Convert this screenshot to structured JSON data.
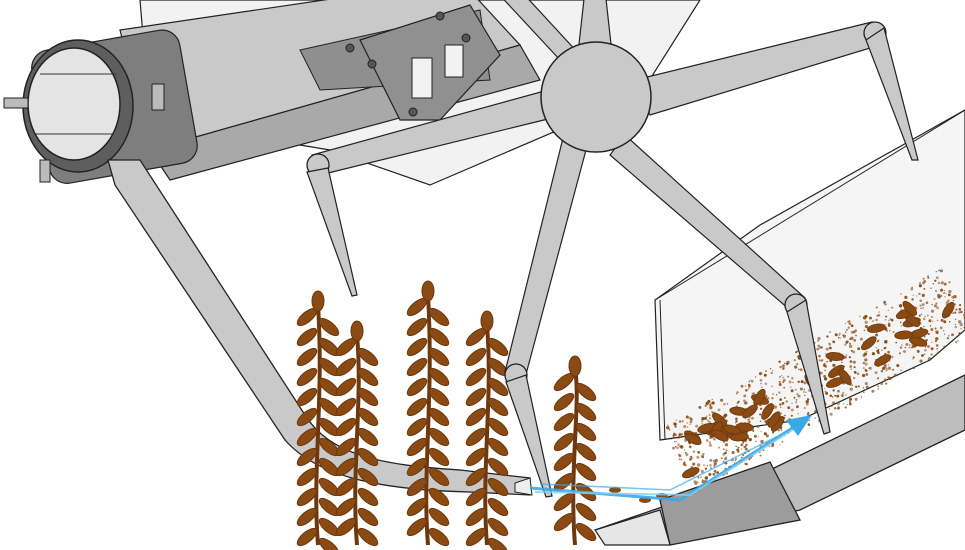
{
  "diagram": {
    "type": "illustration",
    "subject": "combine-header-reel",
    "text_labels": [],
    "components": [
      "reel-bat-tines",
      "reel-hub",
      "cylinder-actuator",
      "support-arm",
      "crop-plants",
      "cutterbar",
      "crop-flow-arrow",
      "harvested-crop-mass"
    ],
    "colors": {
      "line": "#222222",
      "metal_light": "#c9c9c9",
      "metal_mid": "#a9a9a9",
      "metal_dark": "#8a8a8a",
      "panel": "#f2f2f2",
      "crop": "#8a4a14",
      "crop_dark": "#6e380c",
      "flow_arrow": "#39a9e6"
    }
  }
}
